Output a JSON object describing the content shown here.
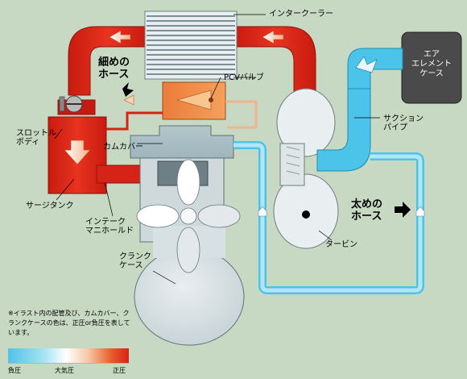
{
  "labels": {
    "intercooler": "インタークーラー",
    "thin_hose": "細めの\nホース",
    "pcv_valve": "PCVバルブ",
    "air_element_case": "エア\nエレメント\nケース",
    "throttle_body": "スロットル\nボディ",
    "cam_cover": "カムカバー",
    "suction_pipe": "サクション\nパイプ",
    "surge_tank": "サージタンク",
    "intake_manifold": "インテーク\nマニホールド",
    "thick_hose": "太めの\nホース",
    "turbine": "タービン",
    "crank_case": "クランク\nケース"
  },
  "note": "※イラスト内の配管及び、カムカバー、クランクケースの色は、正圧or負圧を表しています。",
  "legend": {
    "negative": "負圧",
    "atmospheric": "大気圧",
    "positive": "正圧"
  },
  "colors": {
    "positive_pressure": "#d52317",
    "negative_pressure": "#4fc3e8",
    "atmospheric": "#ffffff",
    "background": "#c7d9c3"
  }
}
